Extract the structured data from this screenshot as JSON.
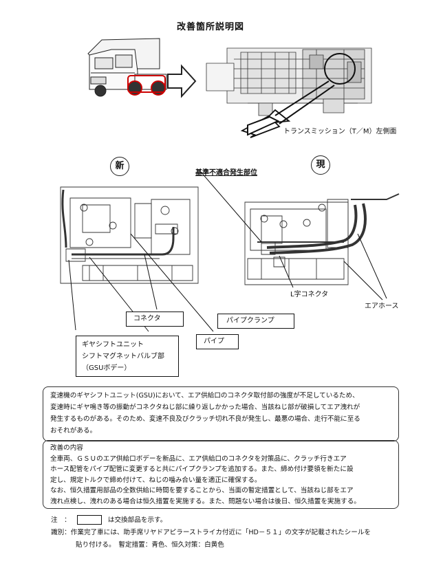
{
  "title": "改善箇所説明図",
  "top": {
    "tm_caption": "トランスミッション（T／M）左側面"
  },
  "new_label": "新",
  "current_label": "現",
  "labels": {
    "nonconformity": "基準不適合発生部位",
    "connector": "コネクタ",
    "pipe_clamp": "パイプクランプ",
    "pipe": "パイプ",
    "gsu_line1": "ギヤシフトユニット",
    "gsu_line2": "シフトマグネットバルブ部",
    "gsu_line3": "（GSUボデー）",
    "l_connector": "L字コネクタ",
    "air_hose": "エアホース"
  },
  "defect": {
    "lines": [
      "変速機のギヤシフトユニット(GSU)において、エア供給口のコネクタ取付部の強度が不足しているため、",
      "変速時にギヤ鳴き等の振動がコネクタねじ部に繰り返しかかった場合、当該ねじ部が破損してエア洩れが",
      "発生するものがある。そのため、変速不良及びクラッチ切れ不良が発生し、最悪の場合、走行不能に至る",
      "おそれがある。"
    ]
  },
  "improvement": {
    "heading": "改善の内容",
    "lines": [
      "全車両、ＧＳＵのエア供給口ボデーを新品に、エア供給口のコネクタを対策品に、クラッチ行きエア",
      "ホース配管をパイプ配管に変更すると共にパイプクランプを追加する。また、締め付け要領を新たに設",
      "定し、規定トルクで締め付けて、ねじの噛み合い量を適正に確保する。",
      "なお、恒久措置用部品の全数供給に時間を要することから、当面の暫定措置として、当該ねじ部をエア",
      "洩れ点検し、洩れのある場合は恒久措置を実施する。また、問題ない場合は後日、恒久措置を実施する。"
    ]
  },
  "notes": {
    "note_prefix": "注　：",
    "note_text": "は交換部品を示す。",
    "ident_prefix": "識別：",
    "ident_line1": "作業完了車には、助手席リヤドアピラーストライカ付近に「HD－５１」の文字が記載されたシールを",
    "ident_line2": "貼り付ける。　暫定措置：青色、恒久対策：白黄色"
  }
}
